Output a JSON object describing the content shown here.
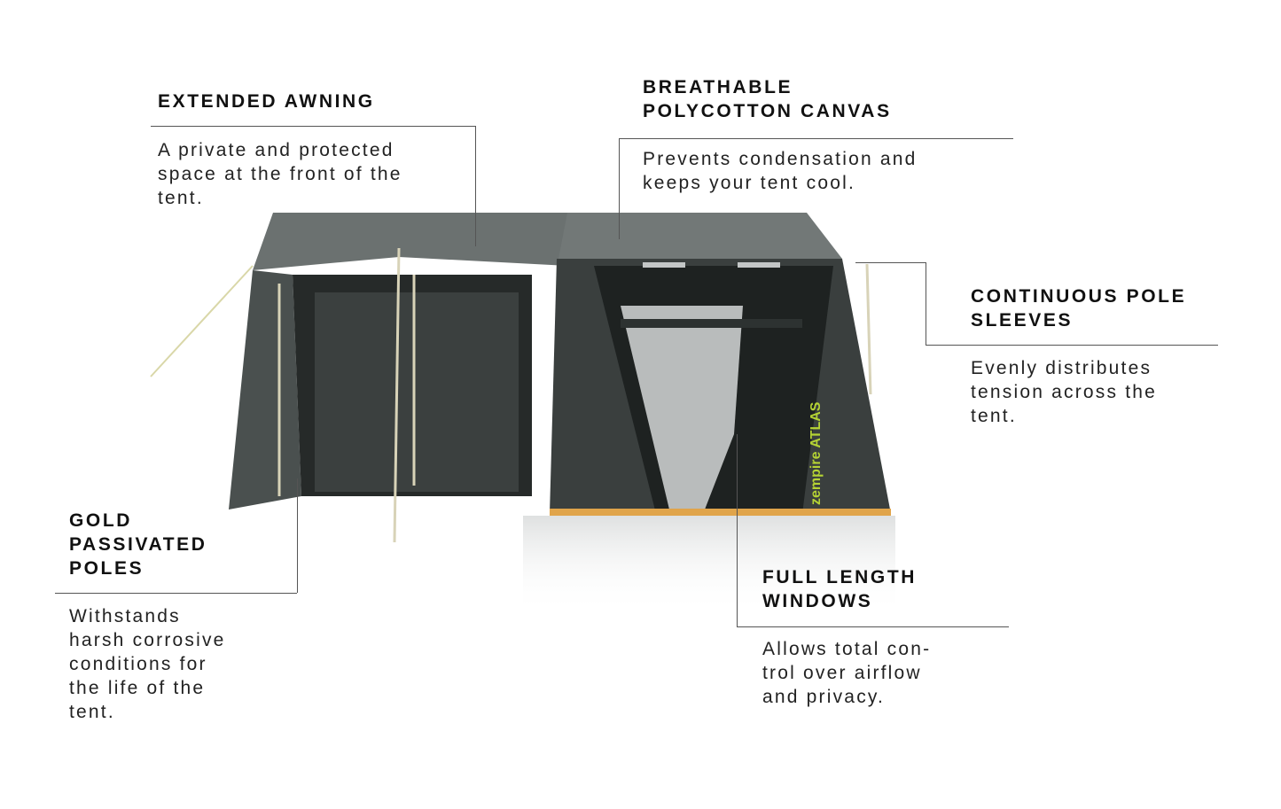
{
  "callouts": [
    {
      "title": "EXTENDED AWNING",
      "text": "A private and protected\nspace at the front of the\ntent."
    },
    {
      "title": "BREATHABLE\nPOLYCOTTON CANVAS",
      "text": "Prevents condensation and\nkeeps your tent cool."
    },
    {
      "title": "CONTINUOUS POLE\nSLEEVES",
      "text": "Evenly distributes\ntension across the\ntent."
    },
    {
      "title": "GOLD\nPASSIVATED\nPOLES",
      "text": "Withstands\nharsh corrosive\nconditions for\nthe life of the\ntent."
    },
    {
      "title": "FULL LENGTH\nWINDOWS",
      "text": "Allows total con-\ntrol over airflow\nand privacy."
    }
  ],
  "product": {
    "brand": "zempire",
    "model": "ATLAS"
  },
  "colors": {
    "canvas": "#5a5f5e",
    "dark": "#2f3433",
    "accent": "#b5d334",
    "floor": "#e0a44a"
  }
}
